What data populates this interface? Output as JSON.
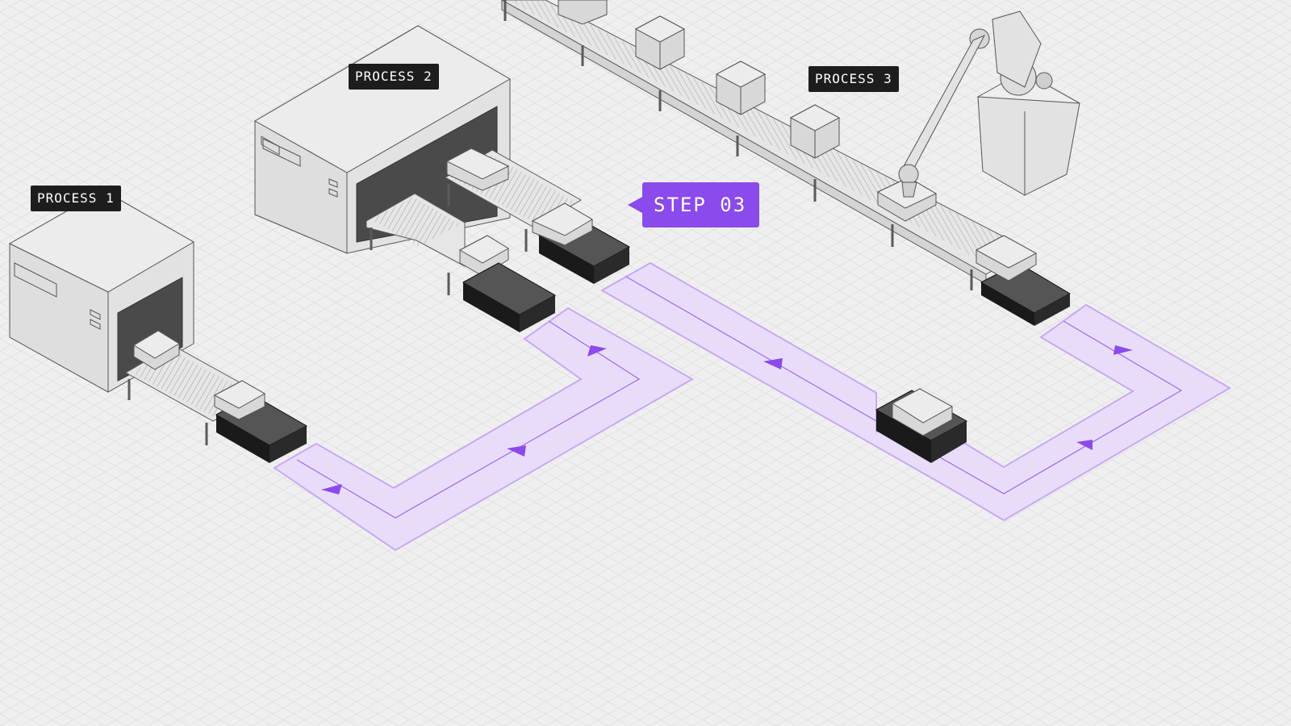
{
  "labels": {
    "process_1": "PROCESS 1",
    "process_2": "PROCESS 2",
    "process_3": "PROCESS 3",
    "step": "STEP 03"
  },
  "colors": {
    "background": "#efefef",
    "grid": "#dcdcdc",
    "path_fill": "#e9dcfb",
    "path_edge": "#c9a8f5",
    "path_line": "#9a6cf0",
    "accent": "#8b4aec",
    "tag_bg": "#1d1d1d",
    "machine_light": "#e2e2e2",
    "robot_dark": "#262626"
  }
}
